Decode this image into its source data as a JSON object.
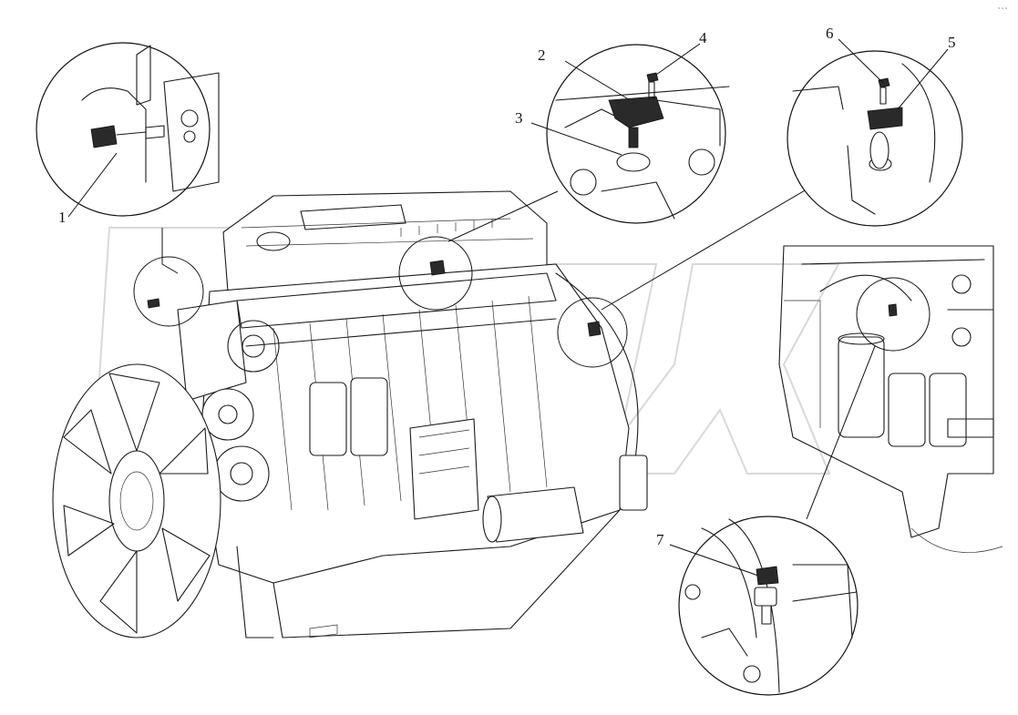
{
  "diagram": {
    "callouts": [
      {
        "number": "1"
      },
      {
        "number": "2"
      },
      {
        "number": "3"
      },
      {
        "number": "4"
      },
      {
        "number": "5"
      },
      {
        "number": "6"
      },
      {
        "number": "7"
      }
    ],
    "engine_label": "",
    "corner_mark": "° ° °"
  }
}
